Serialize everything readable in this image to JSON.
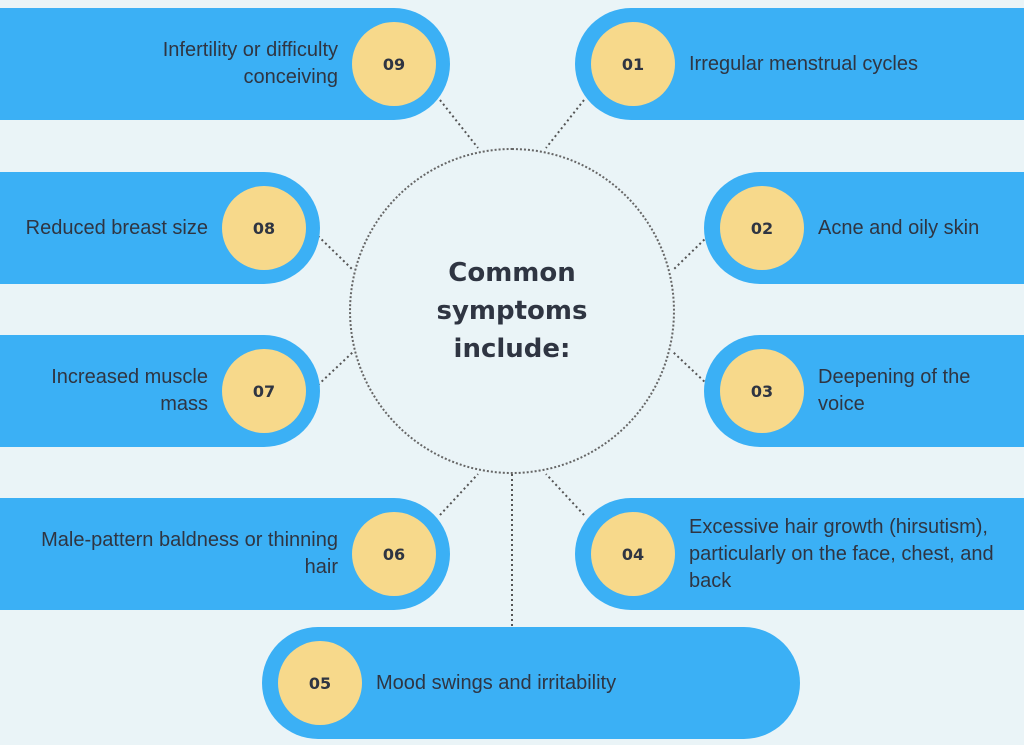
{
  "title": "Common symptoms include:",
  "colors": {
    "pill": "#3bb0f5",
    "badge": "#f7d98b",
    "background": "#eaf4f7",
    "text": "#2f3542"
  },
  "items": [
    {
      "number": "01",
      "text": "Irregular menstrual cycles"
    },
    {
      "number": "02",
      "text": "Acne and oily skin"
    },
    {
      "number": "03",
      "text": "Deepening of the voice"
    },
    {
      "number": "04",
      "text": "Excessive hair growth (hirsutism), particularly on the face, chest, and back"
    },
    {
      "number": "05",
      "text": "Mood swings and irritability"
    },
    {
      "number": "06",
      "text": "Male-pattern baldness or thinning hair"
    },
    {
      "number": "07",
      "text": "Increased muscle mass"
    },
    {
      "number": "08",
      "text": "Reduced breast size"
    },
    {
      "number": "09",
      "text": "Infertility or difficulty conceiving"
    }
  ]
}
